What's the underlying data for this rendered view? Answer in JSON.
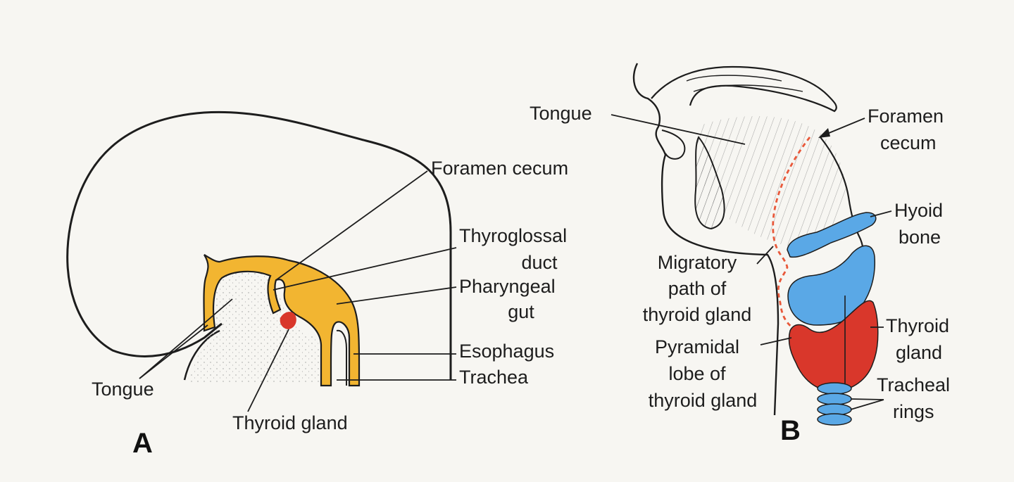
{
  "panel_a": {
    "letter": "A",
    "labels": {
      "foramen_cecum": "Foramen cecum",
      "thyroglossal_1": "Thyroglossal",
      "thyroglossal_2": "duct",
      "pharyngeal_1": "Pharyngeal",
      "pharyngeal_2": "gut",
      "esophagus": "Esophagus",
      "trachea": "Trachea",
      "tongue": "Tongue",
      "thyroid_gland": "Thyroid gland"
    }
  },
  "panel_b": {
    "letter": "B",
    "labels": {
      "tongue": "Tongue",
      "foramen_1": "Foramen",
      "foramen_2": "cecum",
      "hyoid_1": "Hyoid",
      "hyoid_2": "bone",
      "migratory_1": "Migratory",
      "migratory_2": "path of",
      "migratory_3": "thyroid gland",
      "thyroid_1": "Thyroid",
      "thyroid_2": "gland",
      "pyramidal_1": "Pyramidal",
      "pyramidal_2": "lobe of",
      "pyramidal_3": "thyroid gland",
      "tracheal_1": "Tracheal",
      "tracheal_2": "rings"
    }
  },
  "colors": {
    "endoderm_yellow": "#f2b531",
    "thyroid_red": "#d9372b",
    "bone_blue": "#5aa8e6",
    "migratory_path": "#e8583a",
    "line": "#1d1d1d"
  }
}
